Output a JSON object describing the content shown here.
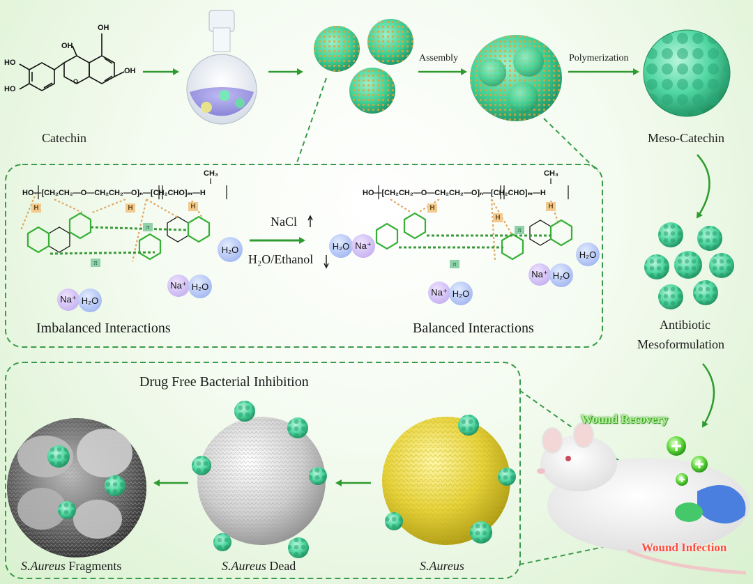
{
  "top_row": {
    "catechin_label": "Catechin",
    "assembly_label": "Assembly",
    "polymerization_label": "Polymerization",
    "meso_catechin_label": "Meso-Catechin",
    "oh_labels": [
      "HO",
      "HO",
      "OH",
      "OH",
      "OH"
    ]
  },
  "interaction_panel": {
    "imbalanced_label": "Imbalanced Interactions",
    "balanced_label": "Balanced Interactions",
    "nacl_label": "NaCl",
    "solvent_label": "H₂O/Ethanol",
    "polymer_formula_left": "HO—[CH₂CH₂—O—CH₂CH₂—O]ₙ—[CH₂CHO]ₘ—H",
    "polymer_formula_right": "HO—[CH₂CH₂—O—CH₂CH₂—O]ₙ—[CH₂CHO]ₘ—H",
    "ch3": "CH₃",
    "h_box": "H",
    "pi_box": "π",
    "na_ion": "Na⁺",
    "water": "H₂O"
  },
  "right_column": {
    "antibiotic_line1": "Antibiotic",
    "antibiotic_line2": "Mesoformulation",
    "wound_recovery": "Wound Recovery",
    "wound_infection": "Wound Infection"
  },
  "bacteria_panel": {
    "title": "Drug Free Bacterial Inhibition",
    "fragments_italic": "S.Aureus",
    "fragments_rest": " Fragments",
    "dead_italic": "S.Aureus",
    "dead_rest": " Dead",
    "live_italic": "S.Aureus"
  },
  "colors": {
    "arrow_green": "#2f9a2f",
    "particle_green": "#3fcf93",
    "dash_green": "#3a9a4a",
    "ring_green": "#2f8f2f"
  }
}
